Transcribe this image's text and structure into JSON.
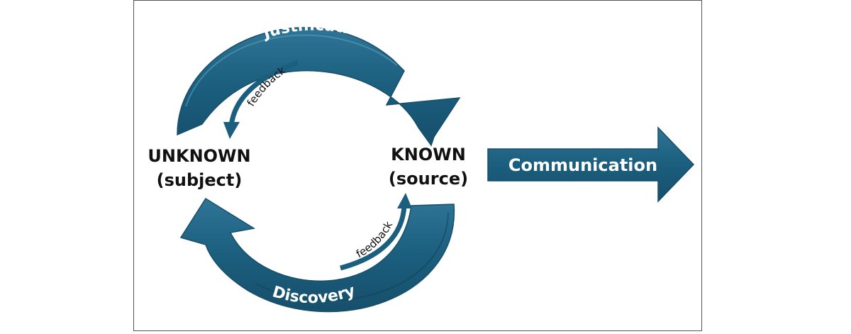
{
  "diagram": {
    "nodes": {
      "unknown": {
        "line1": "UNKNOWN",
        "line2": "(subject)"
      },
      "known": {
        "line1": "KNOWN",
        "line2": "(source)"
      }
    },
    "arrows": {
      "top": "Justification",
      "bottom": "Discovery",
      "feedback_top": "feedback",
      "feedback_bottom": "feedback",
      "right": "Communication"
    },
    "colors": {
      "arrow_fill": "#1b5e7e",
      "arrow_highlight": "#3f86a6",
      "text_dark": "#111111",
      "text_light": "#ffffff"
    }
  }
}
